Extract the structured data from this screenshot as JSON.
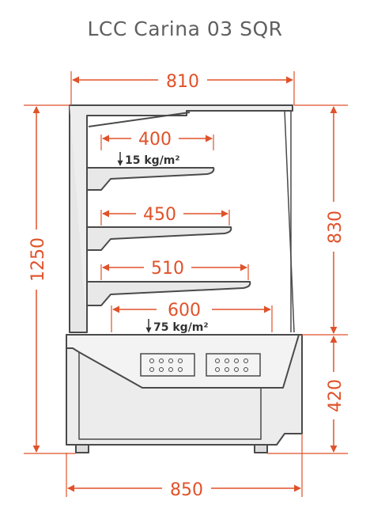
{
  "title": "LCC Carina 03 SQR",
  "accent_color": "#e0522a",
  "outline_color": "#4a4a4a",
  "dimensions": {
    "top_width": "810",
    "bottom_width": "850",
    "total_height": "1250",
    "upper_height": "830",
    "lower_height": "420",
    "shelf_1_depth": "400",
    "shelf_2_depth": "450",
    "shelf_3_depth": "510",
    "base_depth": "600"
  },
  "loads": {
    "shelf_load": "15 kg/m²",
    "base_load": "75 kg/m²"
  }
}
